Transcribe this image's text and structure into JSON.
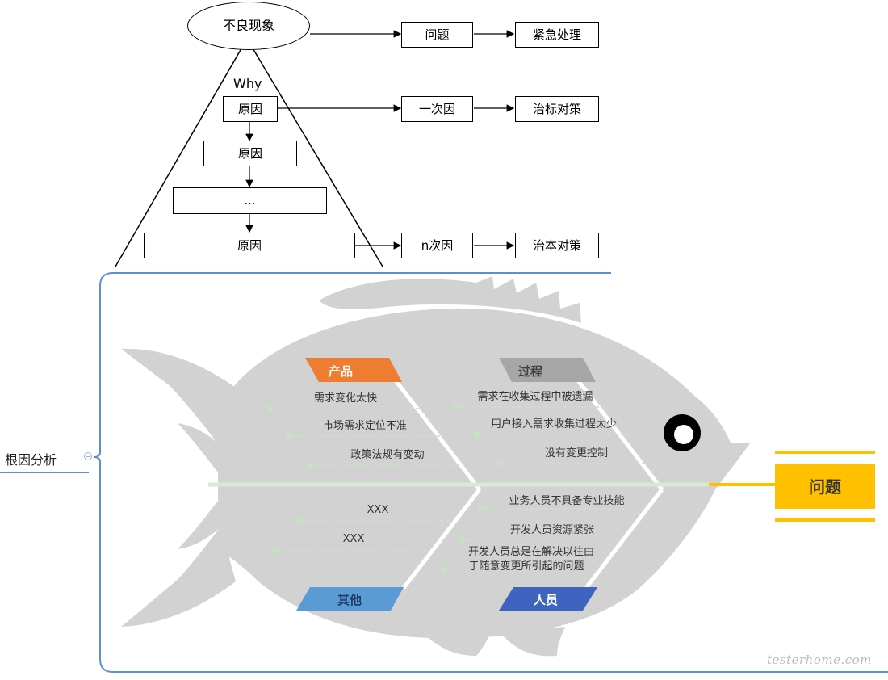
{
  "top_diagram": {
    "phenomenon": "不良现象",
    "why": "Why",
    "cause_1": "原因",
    "cause_2": "原因",
    "cause_ellipsis": "...",
    "cause_n": "原因",
    "problem": "问题",
    "urgent_action": "紧急处理",
    "primary_cause": "一次因",
    "symptom_countermeasure": "治标对策",
    "nth_cause": "n次因",
    "root_countermeasure": "治本对策"
  },
  "mindmap": {
    "root_label": "根因分析"
  },
  "fishbone": {
    "head_label": "问题",
    "category_product": "产品",
    "category_process": "过程",
    "category_other": "其他",
    "category_people": "人员",
    "product_causes": [
      "需求变化太快",
      "市场需求定位不准",
      "政策法规有变动"
    ],
    "process_causes": [
      "需求在收集过程中被遗漏",
      "用户接入需求收集过程太少",
      "没有变更控制"
    ],
    "other_causes": [
      "XXX",
      "XXX"
    ],
    "people_causes": [
      "业务人员不具备专业技能",
      "开发人员资源紧张",
      "开发人员总是在解决以往由",
      "于随意变更所引起的问题"
    ]
  },
  "colors": {
    "fish_body": "#d3d2d3",
    "spine": "#d5ecd0",
    "product": "#ee7d31",
    "process": "#a6a6a6",
    "other": "#5b9bd5",
    "people": "#3f64c0",
    "head_box": "#ffc000",
    "frame_line": "#5b8fcf"
  },
  "watermark": "testerhome.com"
}
